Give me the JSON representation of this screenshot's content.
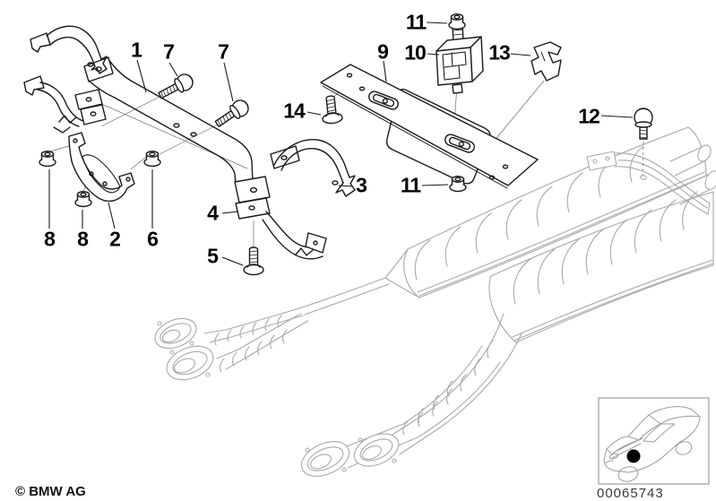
{
  "diagram": {
    "type": "exploded-parts-diagram",
    "footer": {
      "copyright": "© BMW AG"
    },
    "inset": {
      "part_number": "00065743",
      "vehicle_thumbnail": "bmw-coupe-front-three-quarter",
      "marker_color": "#000000"
    },
    "colors": {
      "part_line": "#1a1a1a",
      "context_line": "#a9a9a9",
      "background": "#ffffff",
      "label": "#000000"
    },
    "callouts": [
      {
        "label": "1"
      },
      {
        "label": "7"
      },
      {
        "label": "7"
      },
      {
        "label": "9"
      },
      {
        "label": "10"
      },
      {
        "label": "11"
      },
      {
        "label": "13"
      },
      {
        "label": "14"
      },
      {
        "label": "12"
      },
      {
        "label": "3"
      },
      {
        "label": "11"
      },
      {
        "label": "4"
      },
      {
        "label": "5"
      },
      {
        "label": "8"
      },
      {
        "label": "8"
      },
      {
        "label": "2"
      },
      {
        "label": "6"
      }
    ]
  }
}
